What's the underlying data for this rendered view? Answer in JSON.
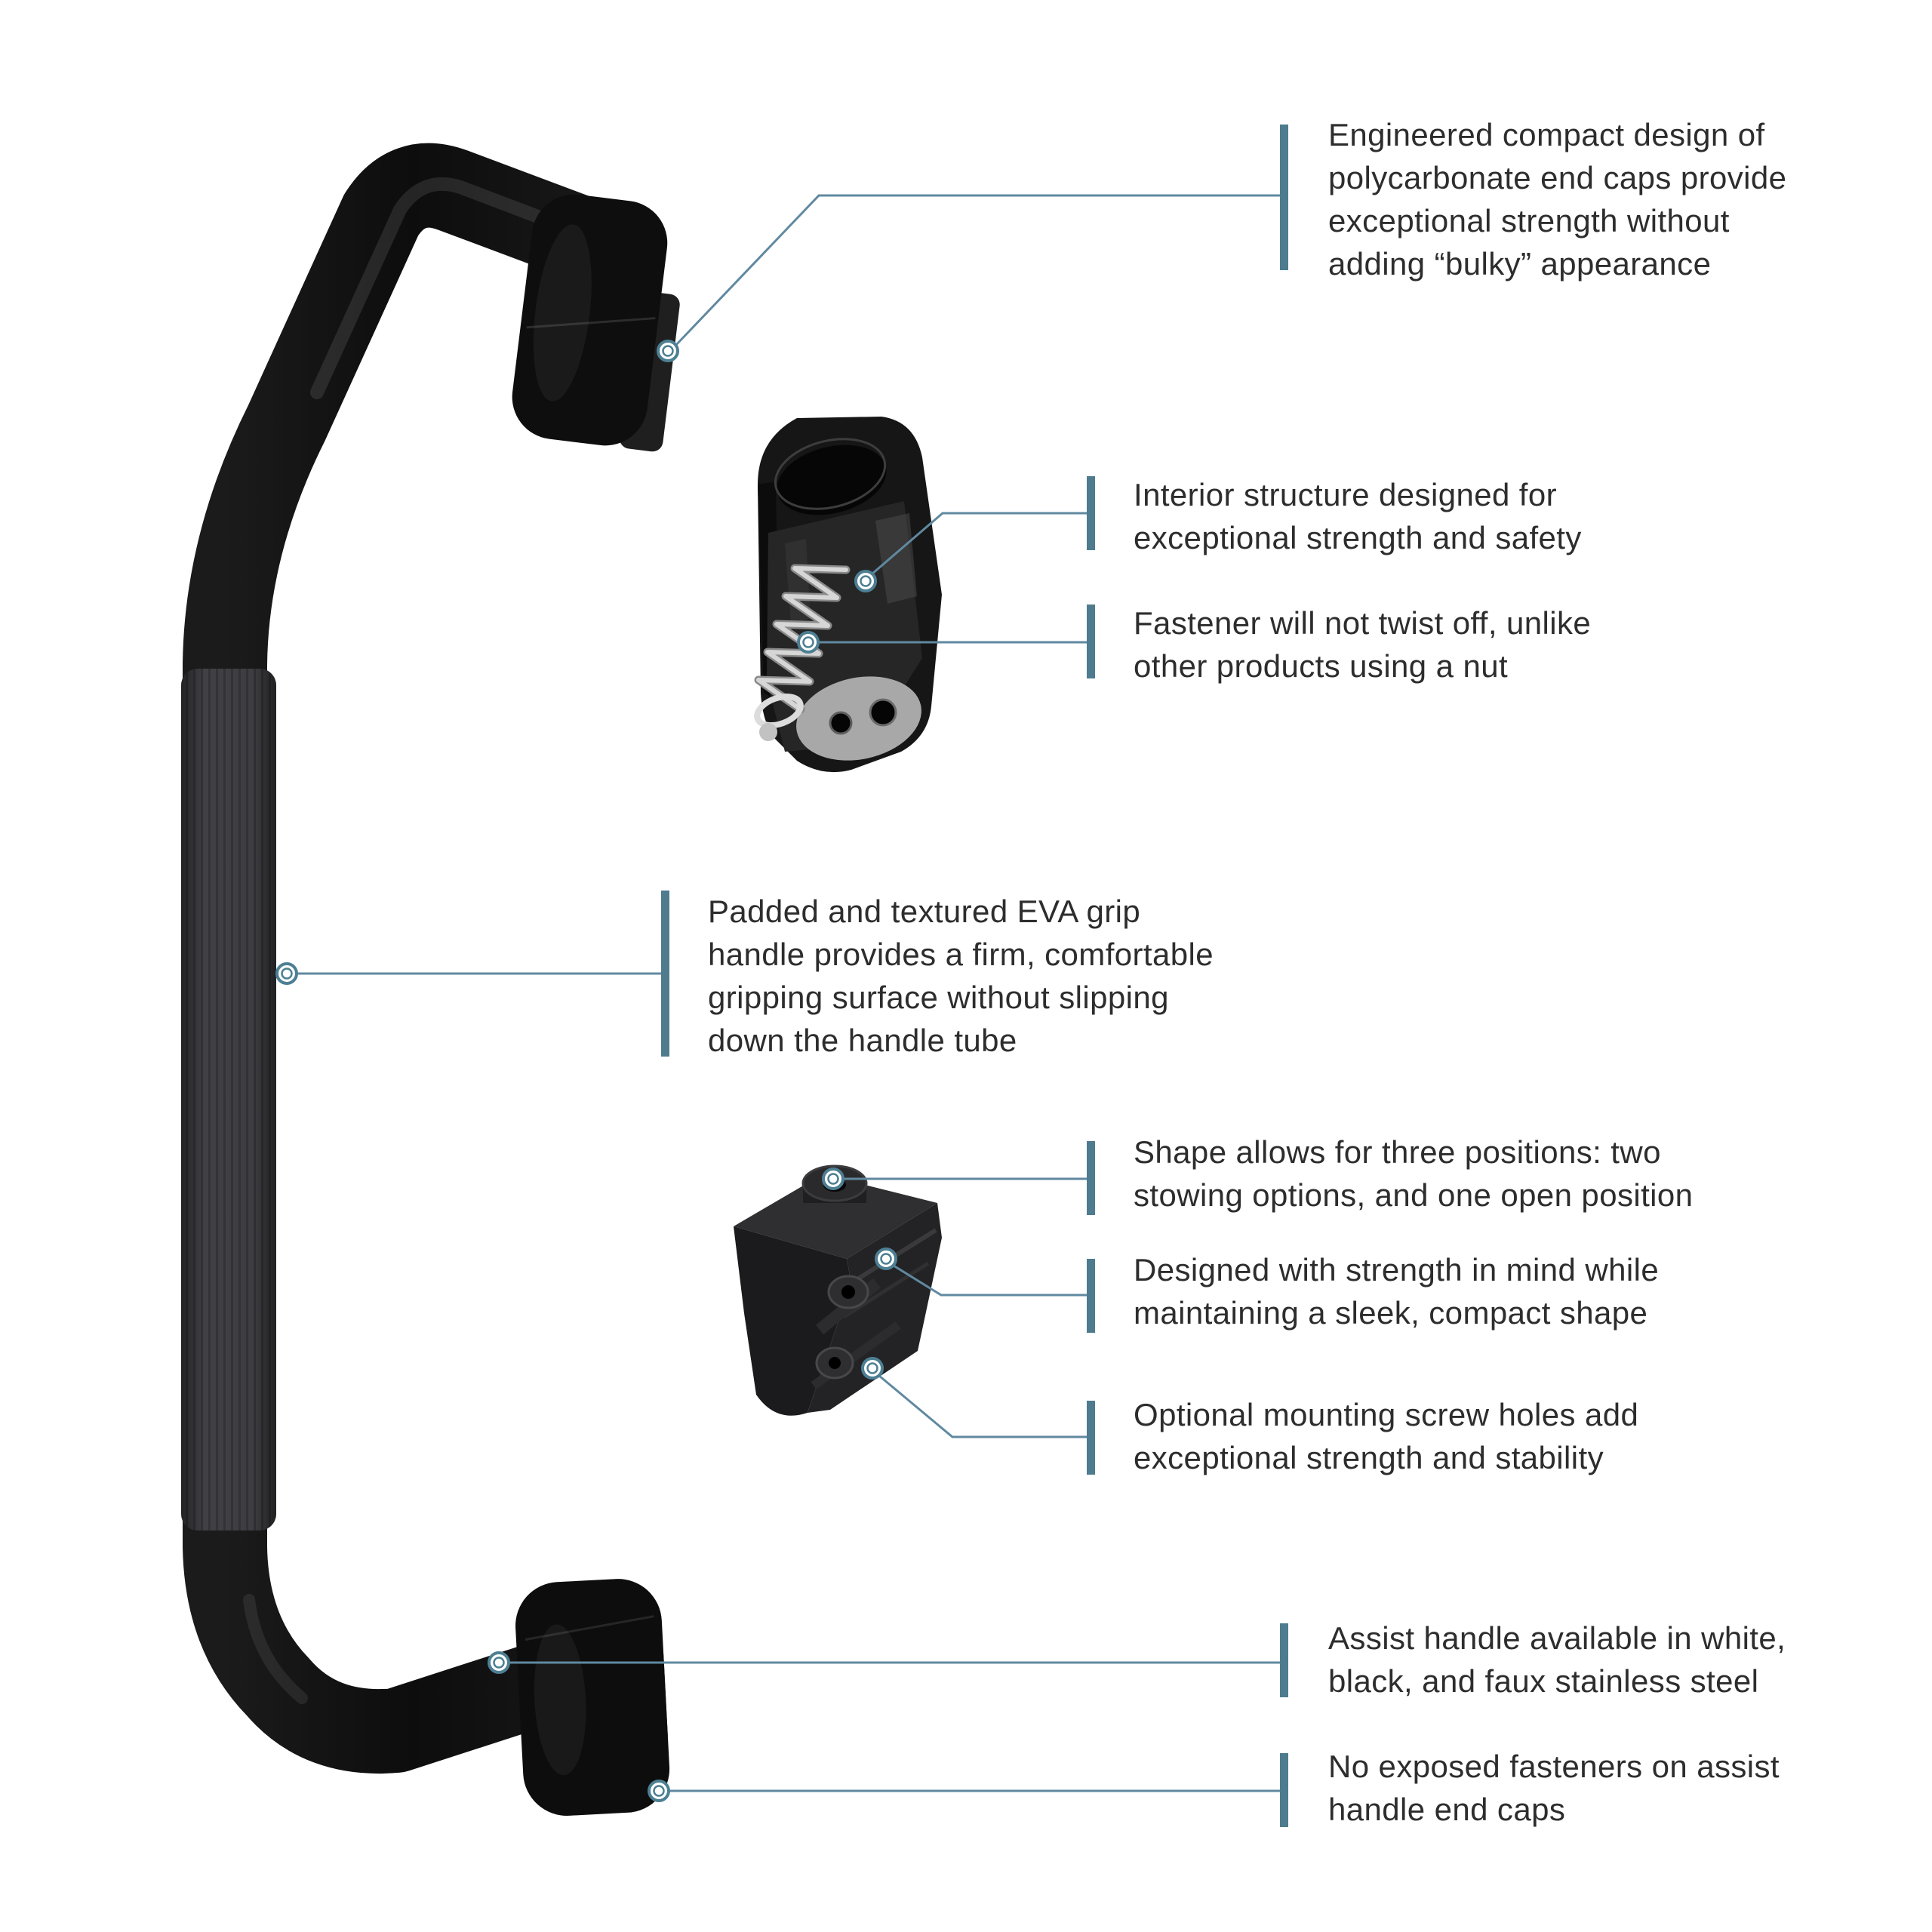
{
  "page": {
    "type": "product-feature-infographic",
    "background": "#ffffff"
  },
  "palette": {
    "accent_bar": "#4e7b8e",
    "accent_line": "#6089a0",
    "marker_ring": "#4d7f93",
    "text": "#2d2d2d",
    "handle_black": "#131313",
    "grip_gray": "#3f3f43",
    "spring_silver": "#d6d6d6"
  },
  "product": {
    "handle_label": "Assist handle",
    "grip_label": "EVA grip handle",
    "top_end_cap_label": "Assist handle end cap",
    "bottom_end_cap_label": "Assist handle end cap",
    "detail_1_label": "End cap interior with spring fastener",
    "detail_2_label": "End cap mounting bracket"
  },
  "callouts": [
    {
      "id": "end-cap-design",
      "text": "Engineered compact design of\npolycarbonate end caps provide\nexceptional strength without\nadding “bulky” appearance"
    },
    {
      "id": "interior-structure",
      "text": "Interior structure designed for\nexceptional strength and safety"
    },
    {
      "id": "fastener",
      "text": "Fastener will not twist off, unlike\nother products using a nut"
    },
    {
      "id": "eva-grip",
      "text": "Padded and textured EVA grip\nhandle provides a firm, comfortable\ngripping surface without slipping\ndown the handle tube"
    },
    {
      "id": "three-positions",
      "text": "Shape allows for three positions:  two\nstowing options, and one open position"
    },
    {
      "id": "strength-shape",
      "text": "Designed with strength in mind while\nmaintaining a sleek, compact shape"
    },
    {
      "id": "mounting-screw-holes",
      "text": "Optional mounting screw holes add\nexceptional strength and stability"
    },
    {
      "id": "handle-colors",
      "text": "Assist handle available in white,\nblack, and faux stainless steel"
    },
    {
      "id": "no-exposed-fasteners",
      "text": "No exposed fasteners on assist\nhandle end caps"
    }
  ]
}
